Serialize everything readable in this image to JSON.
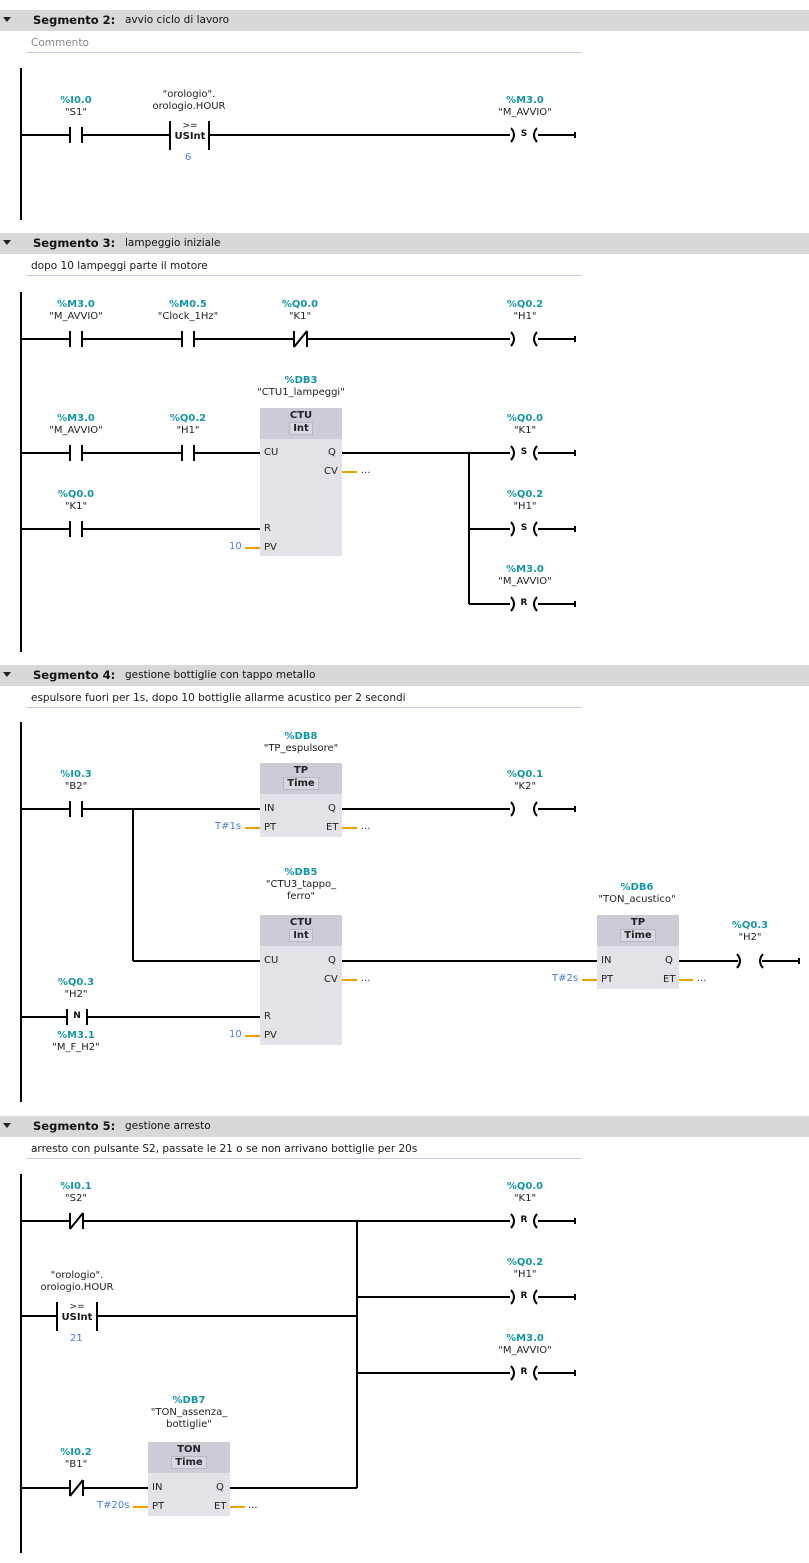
{
  "segments": [
    {
      "title": "Segmento 2:",
      "description": "avvio ciclo di lavoro",
      "comment": "Commento",
      "comment_is_placeholder": true,
      "elements": {
        "c1": {
          "addr": "%I0.0",
          "sym": "\"S1\"",
          "type": "NO"
        },
        "cmp": {
          "operand1": "\"orologio\".",
          "operand1b": "orologio.HOUR",
          "op": ">=",
          "dtype": "USInt",
          "operand2": "6"
        },
        "coil": {
          "addr": "%M3.0",
          "sym": "\"M_AVVIO\"",
          "kind": "S"
        }
      }
    },
    {
      "title": "Segmento 3:",
      "description": "lampeggio iniziale",
      "comment": "dopo 10 lampeggi parte il motore",
      "comment_is_placeholder": false,
      "elements": {
        "r1c1": {
          "addr": "%M3.0",
          "sym": "\"M_AVVIO\"",
          "type": "NO"
        },
        "r1c2": {
          "addr": "%M0.5",
          "sym": "\"Clock_1Hz\"",
          "type": "NO"
        },
        "r1c3": {
          "addr": "%Q0.0",
          "sym": "\"K1\"",
          "type": "NC"
        },
        "r1coil": {
          "addr": "%Q0.2",
          "sym": "\"H1\"",
          "kind": ""
        },
        "r2c1": {
          "addr": "%M3.0",
          "sym": "\"M_AVVIO\"",
          "type": "NO"
        },
        "r2c2": {
          "addr": "%Q0.2",
          "sym": "\"H1\"",
          "type": "NO"
        },
        "r3c1": {
          "addr": "%Q0.0",
          "sym": "\"K1\"",
          "type": "NO"
        },
        "fb": {
          "db": "%DB3",
          "instance": "\"CTU1_lampeggi\"",
          "name": "CTU",
          "dtype": "Int",
          "pins_in": [
            "CU",
            "R",
            "PV"
          ],
          "pins_out": [
            "Q",
            "CV"
          ],
          "pv": "10",
          "cv": "..."
        },
        "coil1": {
          "addr": "%Q0.0",
          "sym": "\"K1\"",
          "kind": "S"
        },
        "coil2": {
          "addr": "%Q0.2",
          "sym": "\"H1\"",
          "kind": "S"
        },
        "coil3": {
          "addr": "%M3.0",
          "sym": "\"M_AVVIO\"",
          "kind": "R"
        }
      }
    },
    {
      "title": "Segmento 4:",
      "description": "gestione bottiglie con tappo metallo",
      "comment": "espulsore fuori per 1s, dopo 10 bottiglie allarme acustico per 2 secondi",
      "comment_is_placeholder": false,
      "elements": {
        "c1": {
          "addr": "%I0.3",
          "sym": "\"B2\"",
          "type": "NO"
        },
        "tp": {
          "db": "%DB8",
          "instance": "\"TP_espulsore\"",
          "name": "TP",
          "dtype": "Time",
          "pins_in": [
            "IN",
            "PT"
          ],
          "pins_out": [
            "Q",
            "ET"
          ],
          "pt": "T#1s",
          "et": "..."
        },
        "coil1": {
          "addr": "%Q0.1",
          "sym": "\"K2\"",
          "kind": ""
        },
        "ctu": {
          "db": "%DB5",
          "instance1": "\"CTU3_tappo_",
          "instance2": "ferro\"",
          "name": "CTU",
          "dtype": "Int",
          "pins_in": [
            "CU",
            "R",
            "PV"
          ],
          "pins_out": [
            "Q",
            "CV"
          ],
          "pv": "10",
          "cv": "..."
        },
        "nedge": {
          "addr": "%Q0.3",
          "sym": "\"H2\"",
          "label": "N",
          "maddr": "%M3.1",
          "msym": "\"M_F_H2\""
        },
        "tp2": {
          "db": "%DB6",
          "instance": "\"TON_acustico\"",
          "name": "TP",
          "dtype": "Time",
          "pins_in": [
            "IN",
            "PT"
          ],
          "pins_out": [
            "Q",
            "ET"
          ],
          "pt": "T#2s",
          "et": "..."
        },
        "coil2": {
          "addr": "%Q0.3",
          "sym": "\"H2\"",
          "kind": ""
        }
      }
    },
    {
      "title": "Segmento 5:",
      "description": "gestione arresto",
      "comment": "arresto con pulsante S2, passate le 21 o se non arrivano bottiglie per 20s",
      "comment_is_placeholder": false,
      "elements": {
        "c1": {
          "addr": "%I0.1",
          "sym": "\"S2\"",
          "type": "NC"
        },
        "cmp": {
          "operand1": "\"orologio\".",
          "operand1b": "orologio.HOUR",
          "op": ">=",
          "dtype": "USInt",
          "operand2": "21"
        },
        "c2": {
          "addr": "%I0.2",
          "sym": "\"B1\"",
          "type": "NC"
        },
        "ton": {
          "db": "%DB7",
          "instance1": "\"TON_assenza_",
          "instance2": "bottiglie\"",
          "name": "TON",
          "dtype": "Time",
          "pins_in": [
            "IN",
            "PT"
          ],
          "pins_out": [
            "Q",
            "ET"
          ],
          "pt": "T#20s",
          "et": "..."
        },
        "coil1": {
          "addr": "%Q0.0",
          "sym": "\"K1\"",
          "kind": "R"
        },
        "coil2": {
          "addr": "%Q0.2",
          "sym": "\"H1\"",
          "kind": "R"
        },
        "coil3": {
          "addr": "%M3.0",
          "sym": "\"M_AVVIO\"",
          "kind": "R"
        }
      }
    }
  ],
  "colors": {
    "address": "#1597a3",
    "constant": "#4a7fd0",
    "unconnected": "#f0a000",
    "header_bg": "#d8d8d8",
    "fb_bg": "#e2e2e8"
  }
}
